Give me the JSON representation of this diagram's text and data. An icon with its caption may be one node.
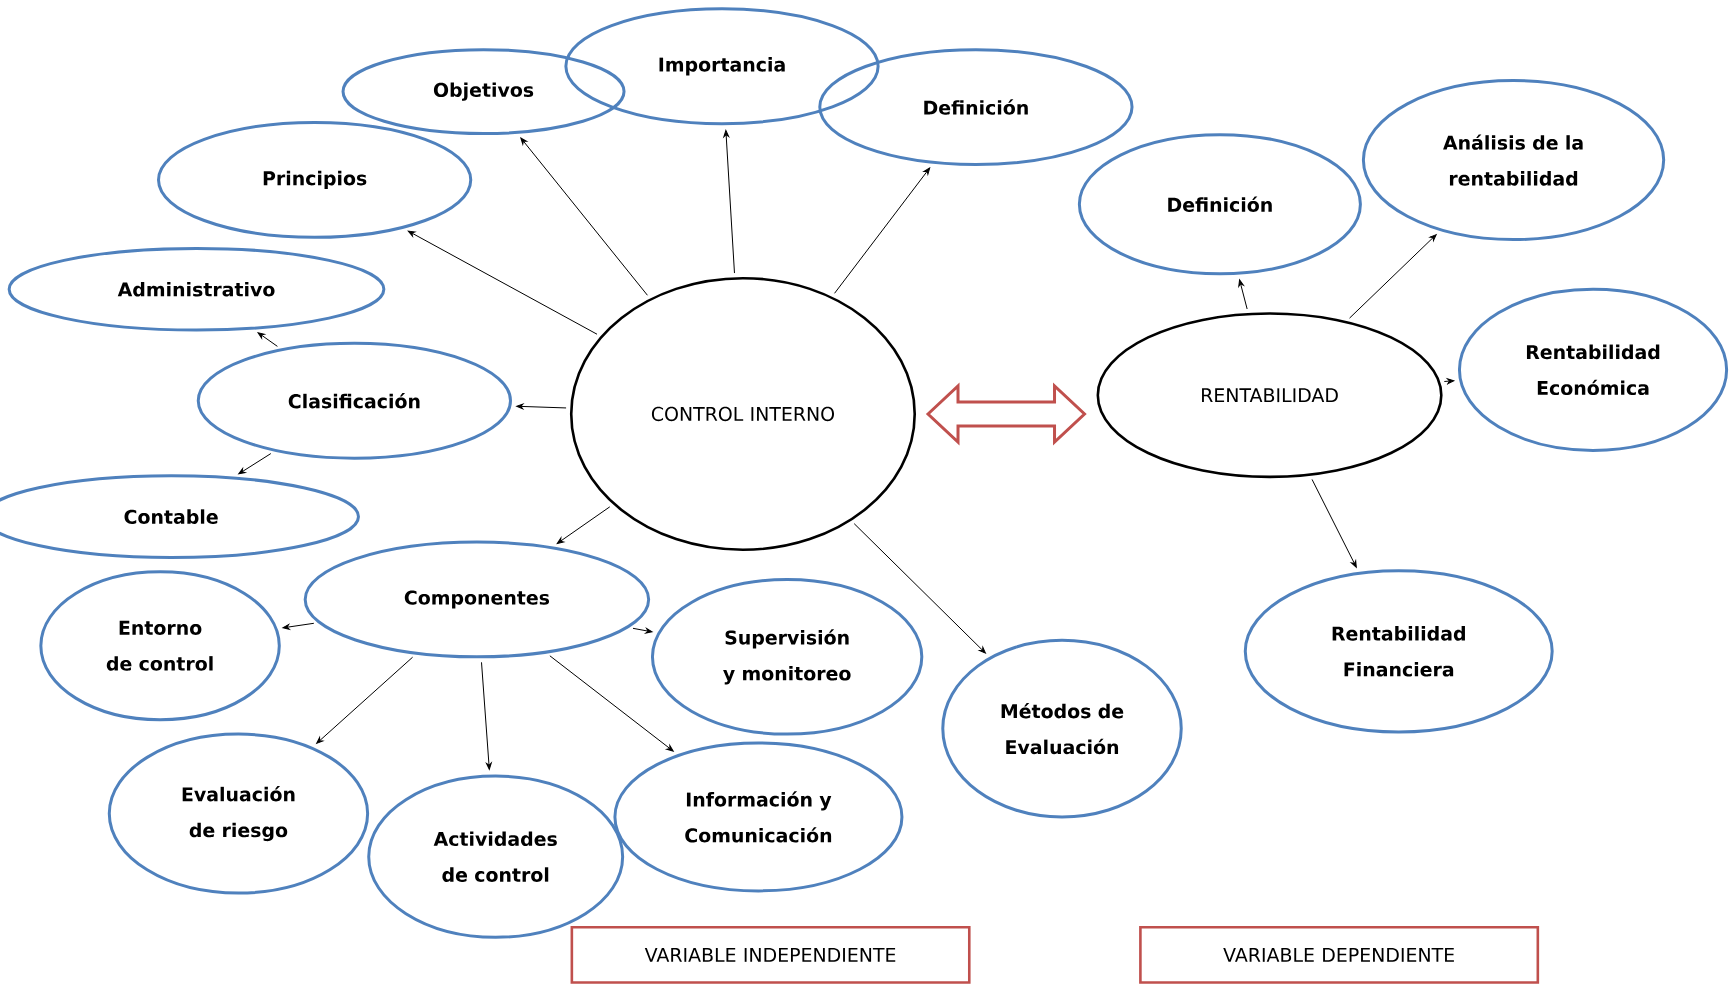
{
  "diagram": {
    "nodes": [
      {
        "text": [
          "CONTROL INTERNO"
        ]
      },
      {
        "text": [
          "Objetivos"
        ]
      },
      {
        "text": [
          "Importancia"
        ]
      },
      {
        "text": [
          "Definición"
        ]
      },
      {
        "text": [
          "Principios"
        ]
      },
      {
        "text": [
          "Administrativo"
        ]
      },
      {
        "text": [
          "Clasificación"
        ]
      },
      {
        "text": [
          "Contable"
        ]
      },
      {
        "text": [
          "Componentes"
        ]
      },
      {
        "text": [
          "Entorno de control"
        ]
      },
      {
        "text": [
          "Supervisión y monitoreo"
        ]
      },
      {
        "text": [
          "Evaluación de riesgo"
        ]
      },
      {
        "text": [
          "Actividades de control"
        ]
      },
      {
        "text": [
          "Información y Comunicación"
        ]
      },
      {
        "text": [
          "Métodos de Evaluación"
        ]
      },
      {
        "text": [
          "RENTABILIDAD"
        ]
      },
      {
        "text": [
          "Definición"
        ]
      },
      {
        "text": [
          "Análisis de la rentabilidad"
        ]
      },
      {
        "text": [
          "Rentabilidad Económica"
        ]
      },
      {
        "text": [
          "Rentabilidad Financiera"
        ]
      },
      {
        "text": [
          "VARIABLE INDEPENDIENTE"
        ]
      },
      {
        "text": [
          "VARIABLE DEPENDIENTE"
        ]
      }
    ],
    "edges": [
      {
        "from": 0,
        "to": 1,
        "arrow": "to"
      },
      {
        "from": 0,
        "to": 2,
        "arrow": "to"
      },
      {
        "from": 0,
        "to": 3,
        "arrow": "to"
      },
      {
        "from": 0,
        "to": 4,
        "arrow": "to"
      },
      {
        "from": 0,
        "to": 6,
        "arrow": "to"
      },
      {
        "from": 6,
        "to": 5,
        "arrow": "to"
      },
      {
        "from": 6,
        "to": 7,
        "arrow": "to"
      },
      {
        "from": 0,
        "to": 8,
        "arrow": "to"
      },
      {
        "from": 8,
        "to": 9,
        "arrow": "to"
      },
      {
        "from": 8,
        "to": 10,
        "arrow": "to"
      },
      {
        "from": 8,
        "to": 11,
        "arrow": "to"
      },
      {
        "from": 8,
        "to": 12,
        "arrow": "to"
      },
      {
        "from": 8,
        "to": 13,
        "arrow": "to"
      },
      {
        "from": 0,
        "to": 14,
        "arrow": "to"
      },
      {
        "from": 0,
        "to": 15,
        "arrow": "both",
        "style": "thick",
        "color": "#c0504d"
      },
      {
        "from": 15,
        "to": 16,
        "arrow": "to"
      },
      {
        "from": 15,
        "to": 17,
        "arrow": "to"
      },
      {
        "from": 15,
        "to": 18,
        "arrow": "to"
      },
      {
        "from": 15,
        "to": 19,
        "arrow": "to"
      }
    ]
  }
}
